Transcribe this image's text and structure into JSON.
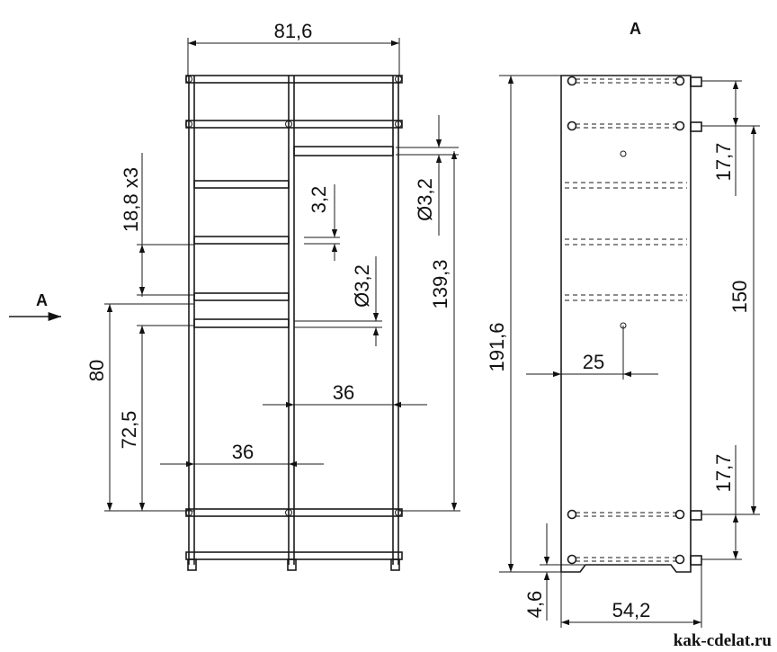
{
  "view_label": "A",
  "arrow_label": "A",
  "watermark": "kak-cdelat.ru",
  "front_view": {
    "width": "81,6",
    "shelf_pitch": "18,8 x3",
    "shelf_thickness": "3,2",
    "rod_diameter_right": "Ø3,2",
    "rod_diameter_mid": "Ø3,2",
    "right_bay_height": "139,3",
    "left_lower_height": "80",
    "left_inner_height": "72,5",
    "right_bay_width": "36",
    "left_bay_width": "36"
  },
  "side_view": {
    "total_height": "191,6",
    "top_gap": "17,7",
    "span": "150",
    "bottom_gap": "17,7",
    "hole_offset": "25",
    "foot_height": "4,6",
    "depth": "54,2"
  }
}
